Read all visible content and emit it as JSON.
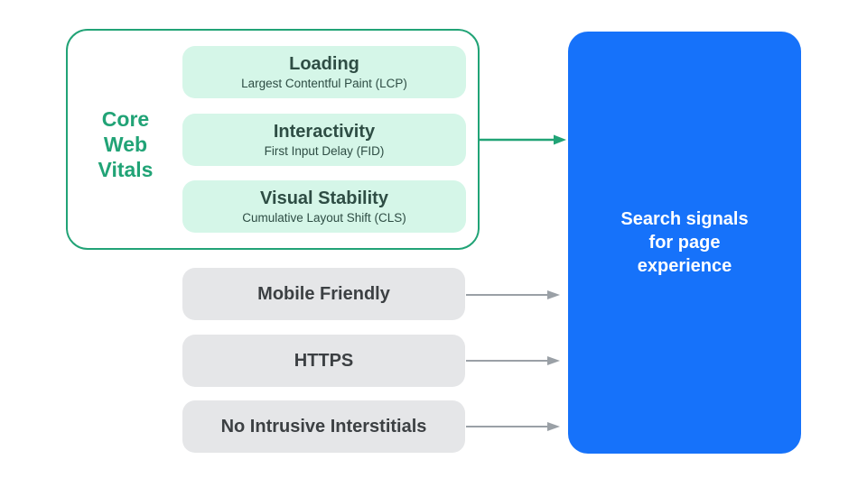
{
  "colors": {
    "green": "#21A376",
    "green_light": "#D5F6E8",
    "green_text": "#2E4D44",
    "gray_pill": "#E5E6E8",
    "gray_text": "#3C4043",
    "gray_arrow": "#9AA0A6",
    "blue": "#1672FA",
    "white": "#FFFFFF"
  },
  "core_web_vitals": {
    "label_lines": [
      "Core",
      "Web",
      "Vitals"
    ],
    "items": [
      {
        "title": "Loading",
        "subtitle": "Largest Contentful Paint (LCP)"
      },
      {
        "title": "Interactivity",
        "subtitle": "First Input Delay (FID)"
      },
      {
        "title": "Visual Stability",
        "subtitle": "Cumulative Layout Shift (CLS)"
      }
    ]
  },
  "other_signals": [
    {
      "label": "Mobile Friendly"
    },
    {
      "label": "HTTPS"
    },
    {
      "label": "No Intrusive Interstitials"
    }
  ],
  "result_box": {
    "lines": [
      "Search signals",
      "for page",
      "experience"
    ]
  }
}
